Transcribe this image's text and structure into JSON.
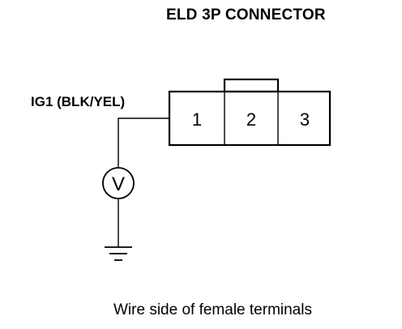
{
  "title": "ELD 3P CONNECTOR",
  "wire_label": "IG1 (BLK/YEL)",
  "terminals": [
    "1",
    "2",
    "3"
  ],
  "caption": "Wire side of female terminals",
  "meter_symbol": "V"
}
